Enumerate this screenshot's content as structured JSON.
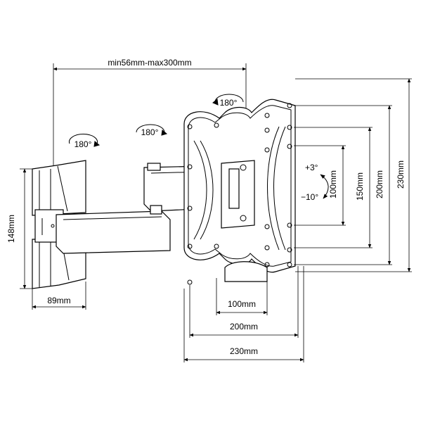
{
  "dimensions": {
    "arm_extension": "min56mm-max300mm",
    "wall_plate_height": "148mm",
    "wall_plate_width": "89mm",
    "vesa_h_100": "100mm",
    "vesa_h_200": "200mm",
    "vesa_h_230": "230mm",
    "vesa_v_100": "100mm",
    "vesa_v_150": "150mm",
    "vesa_v_200": "200mm",
    "vesa_v_230": "230mm"
  },
  "rotation": {
    "swivel_wall": "180°",
    "swivel_arm": "180°",
    "swivel_head": "180°"
  },
  "tilt": {
    "up": "+3°",
    "down": "−10°"
  }
}
